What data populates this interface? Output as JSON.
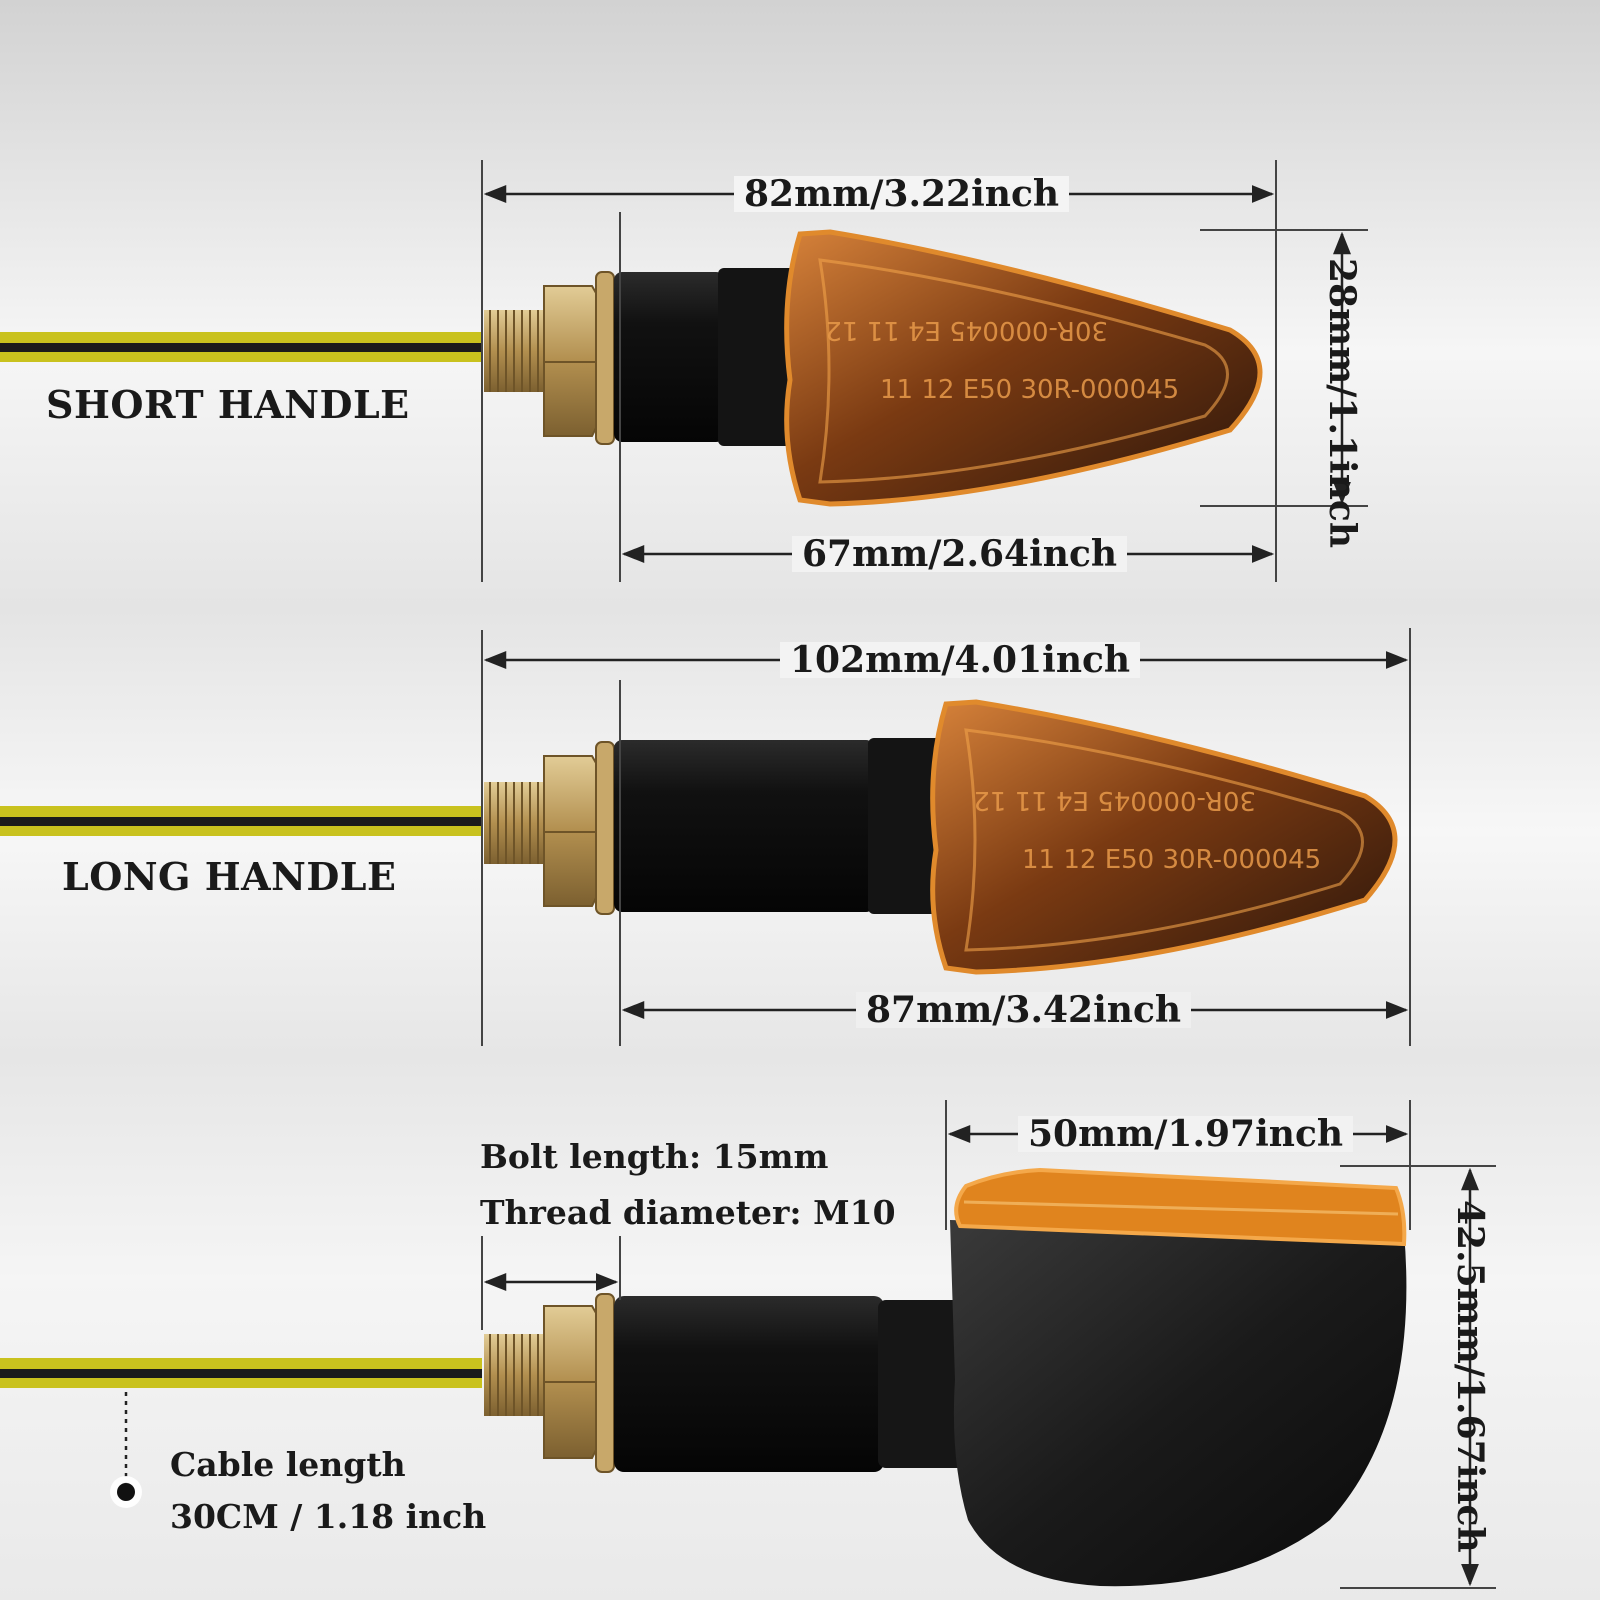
{
  "colors": {
    "lens_amber": "#c2661a",
    "lens_edge": "#e08a2c",
    "housing_black": "#151515",
    "bolt_brass": "#b89a5c",
    "cable_yellow": "#c9c21e",
    "cable_black": "#1b1b1b",
    "dimension_line": "#222222"
  },
  "variants": [
    {
      "label": "SHORT HANDLE",
      "dim_total": "82mm/3.22inch",
      "dim_body": "67mm/2.64inch",
      "dim_height": "28mm/1.1inch"
    },
    {
      "label": "LONG HANDLE",
      "dim_total": "102mm/4.01inch",
      "dim_body": "87mm/3.42inch"
    }
  ],
  "side_view": {
    "dim_width": "50mm/1.97inch",
    "dim_height": "42.5mm/1.67inch",
    "bolt_length": "Bolt length: 15mm",
    "thread_diameter": "Thread diameter: M10",
    "cable_length_title": "Cable length",
    "cable_length_value": "30CM / 1.18 inch"
  },
  "icons": {
    "arrow": "arrow-head-icon",
    "cable_marker": "dot-icon"
  }
}
